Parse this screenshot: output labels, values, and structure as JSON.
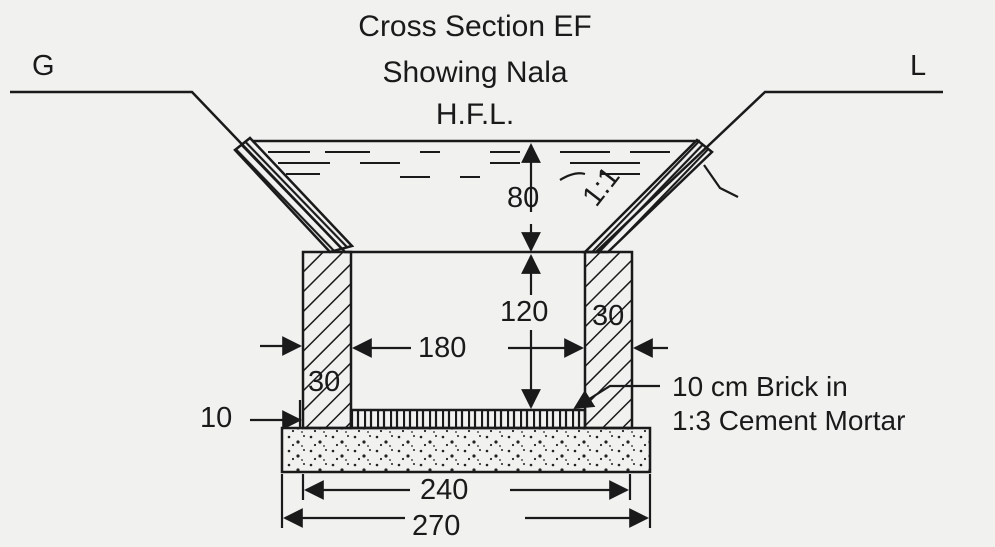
{
  "title": {
    "line1": "Cross Section EF",
    "line2": "Showing Nala",
    "line3": "H.F.L."
  },
  "points": {
    "left": "G",
    "right": "L"
  },
  "slope": "1:1",
  "dimensions": {
    "freeboard": "80",
    "wall_height": "120",
    "wall_thickness_right": "30",
    "clear_span": "180",
    "wall_thickness_left": "30",
    "floor_thickness": "10",
    "inner_base": "240",
    "outer_base": "270"
  },
  "callout": {
    "line1": "10 cm Brick in",
    "line2": "1:3 Cement Mortar"
  }
}
